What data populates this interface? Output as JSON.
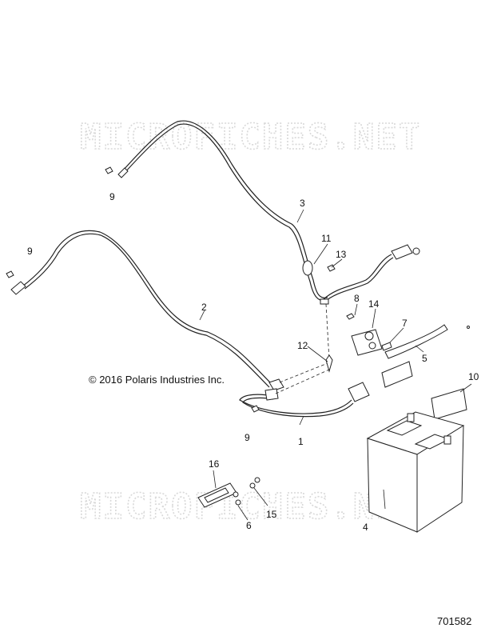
{
  "watermark": {
    "top": "MICROFICHES.NET",
    "bottom": "MICROFICHES.NET"
  },
  "copyright": "© 2016 Polaris Industries Inc.",
  "diagram_number": "701582",
  "callouts": {
    "c1": "1",
    "c2": "2",
    "c3": "3",
    "c4": "4",
    "c5": "5",
    "c6": "6",
    "c7": "7",
    "c8": "8",
    "c9a": "9",
    "c9b": "9",
    "c9c": "9",
    "c10": "10",
    "c11": "11",
    "c12": "12",
    "c13": "13",
    "c14": "14",
    "c15": "15",
    "c16": "16"
  }
}
